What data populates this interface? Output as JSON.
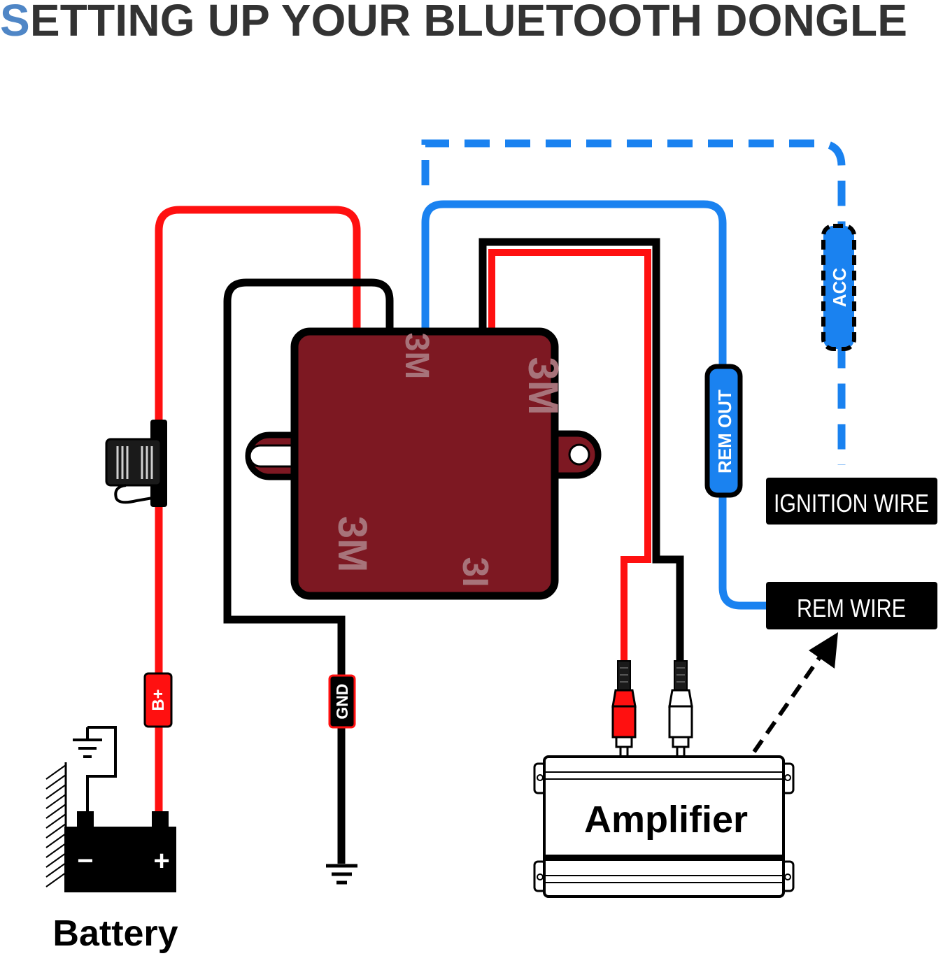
{
  "title": {
    "first_letter": "S",
    "rest": "ETTING UP YOUR BLUETOOTH DONGLE"
  },
  "labels": {
    "battery": "Battery",
    "amplifier": "Amplifier",
    "ignition_wire": "IGNITION WIRE",
    "rem_wire": "REM WIRE",
    "acc": "ACC",
    "rem_out": "REM OUT",
    "gnd": "GND",
    "b_plus": "B+",
    "battery_minus": "−",
    "battery_plus": "+",
    "three_m": "3M",
    "three_m_partial": "3I"
  },
  "colors": {
    "title_accent": "#4f86c6",
    "title_text": "#333333",
    "red_wire": "#ff1010",
    "blue_wire": "#1a82f0",
    "black_wire": "#000000",
    "module_body": "#7d1822",
    "module_logo": "#a7737a"
  }
}
